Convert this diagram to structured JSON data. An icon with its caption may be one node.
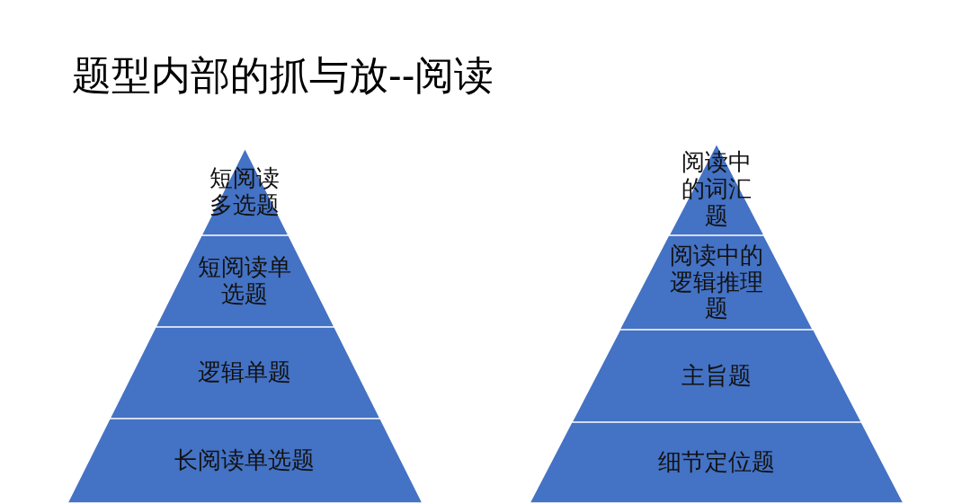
{
  "diagram": {
    "title": "题型内部的抓与放--阅读",
    "nodes": [
      {
        "text": [
          "短阅读多选题"
        ]
      },
      {
        "text": [
          "短阅读单选题"
        ]
      },
      {
        "text": [
          "逻辑单题"
        ]
      },
      {
        "text": [
          "长阅读单选题"
        ]
      },
      {
        "text": [
          "阅读中的词汇题"
        ]
      },
      {
        "text": [
          "阅读中的逻辑推理题"
        ]
      },
      {
        "text": [
          "主旨题"
        ]
      },
      {
        "text": [
          "细节定位题"
        ]
      }
    ]
  }
}
